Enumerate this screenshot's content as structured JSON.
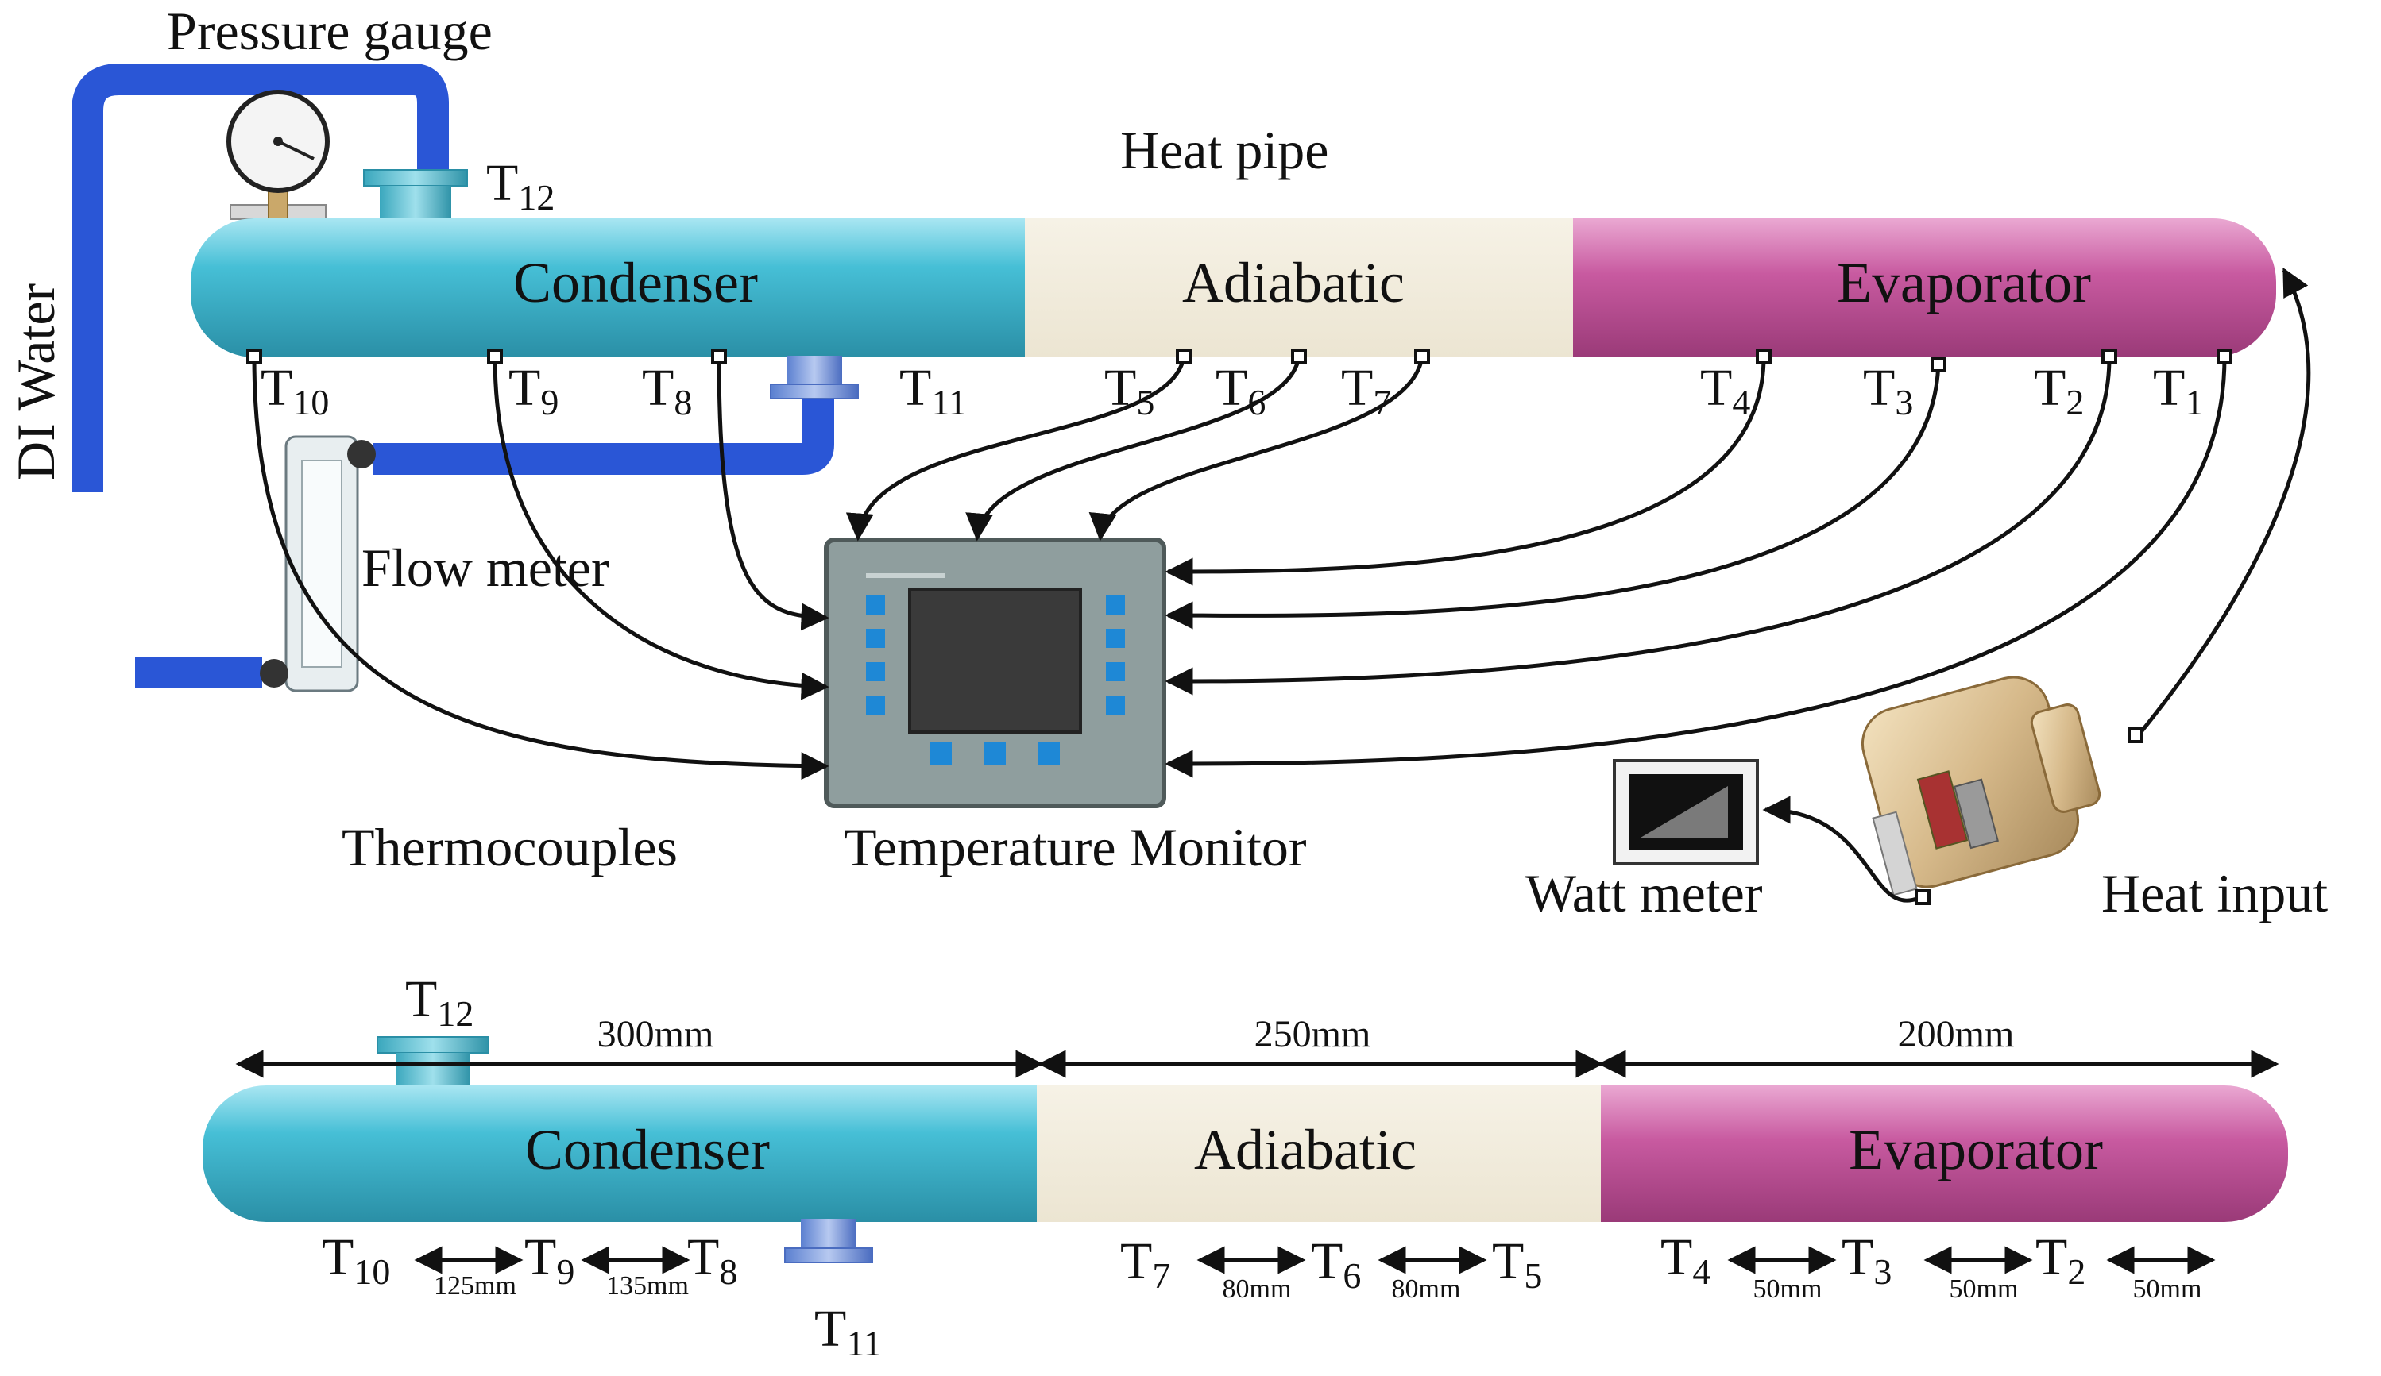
{
  "labels": {
    "pressure_gauge": "Pressure gauge",
    "heat_pipe": "Heat pipe",
    "di_water": "DI Water",
    "flow_meter": "Flow meter",
    "thermocouples": "Thermocouples",
    "temperature_monitor": "Temperature Monitor",
    "watt_meter": "Watt meter",
    "heat_input": "Heat input"
  },
  "sections": {
    "condenser": "Condenser",
    "adiabatic": "Adiabatic",
    "evaporator": "Evaporator"
  },
  "thermocouples": {
    "t1": {
      "base": "T",
      "sub": "1"
    },
    "t2": {
      "base": "T",
      "sub": "2"
    },
    "t3": {
      "base": "T",
      "sub": "3"
    },
    "t4": {
      "base": "T",
      "sub": "4"
    },
    "t5": {
      "base": "T",
      "sub": "5"
    },
    "t6": {
      "base": "T",
      "sub": "6"
    },
    "t7": {
      "base": "T",
      "sub": "7"
    },
    "t8": {
      "base": "T",
      "sub": "8"
    },
    "t9": {
      "base": "T",
      "sub": "9"
    },
    "t10": {
      "base": "T",
      "sub": "10"
    },
    "t11": {
      "base": "T",
      "sub": "11"
    },
    "t12": {
      "base": "T",
      "sub": "12"
    }
  },
  "dimensions": {
    "condenser_length": "300mm",
    "adiabatic_length": "250mm",
    "evaporator_length": "200mm",
    "t10_t9": "125mm",
    "t9_t8": "135mm",
    "t7_t6": "80mm",
    "t6_t5": "80mm",
    "t4_t3": "50mm",
    "t3_t2": "50mm",
    "t2_t1": "50mm"
  },
  "colors": {
    "condenser": "#3fb6cf",
    "adiabatic": "#f2ecdc",
    "evaporator": "#c04f96",
    "water_line": "#2a56d6",
    "monitor_body": "#8a9a9a",
    "monitor_screen": "#3a3a3a",
    "monitor_button": "#1e88d6"
  }
}
